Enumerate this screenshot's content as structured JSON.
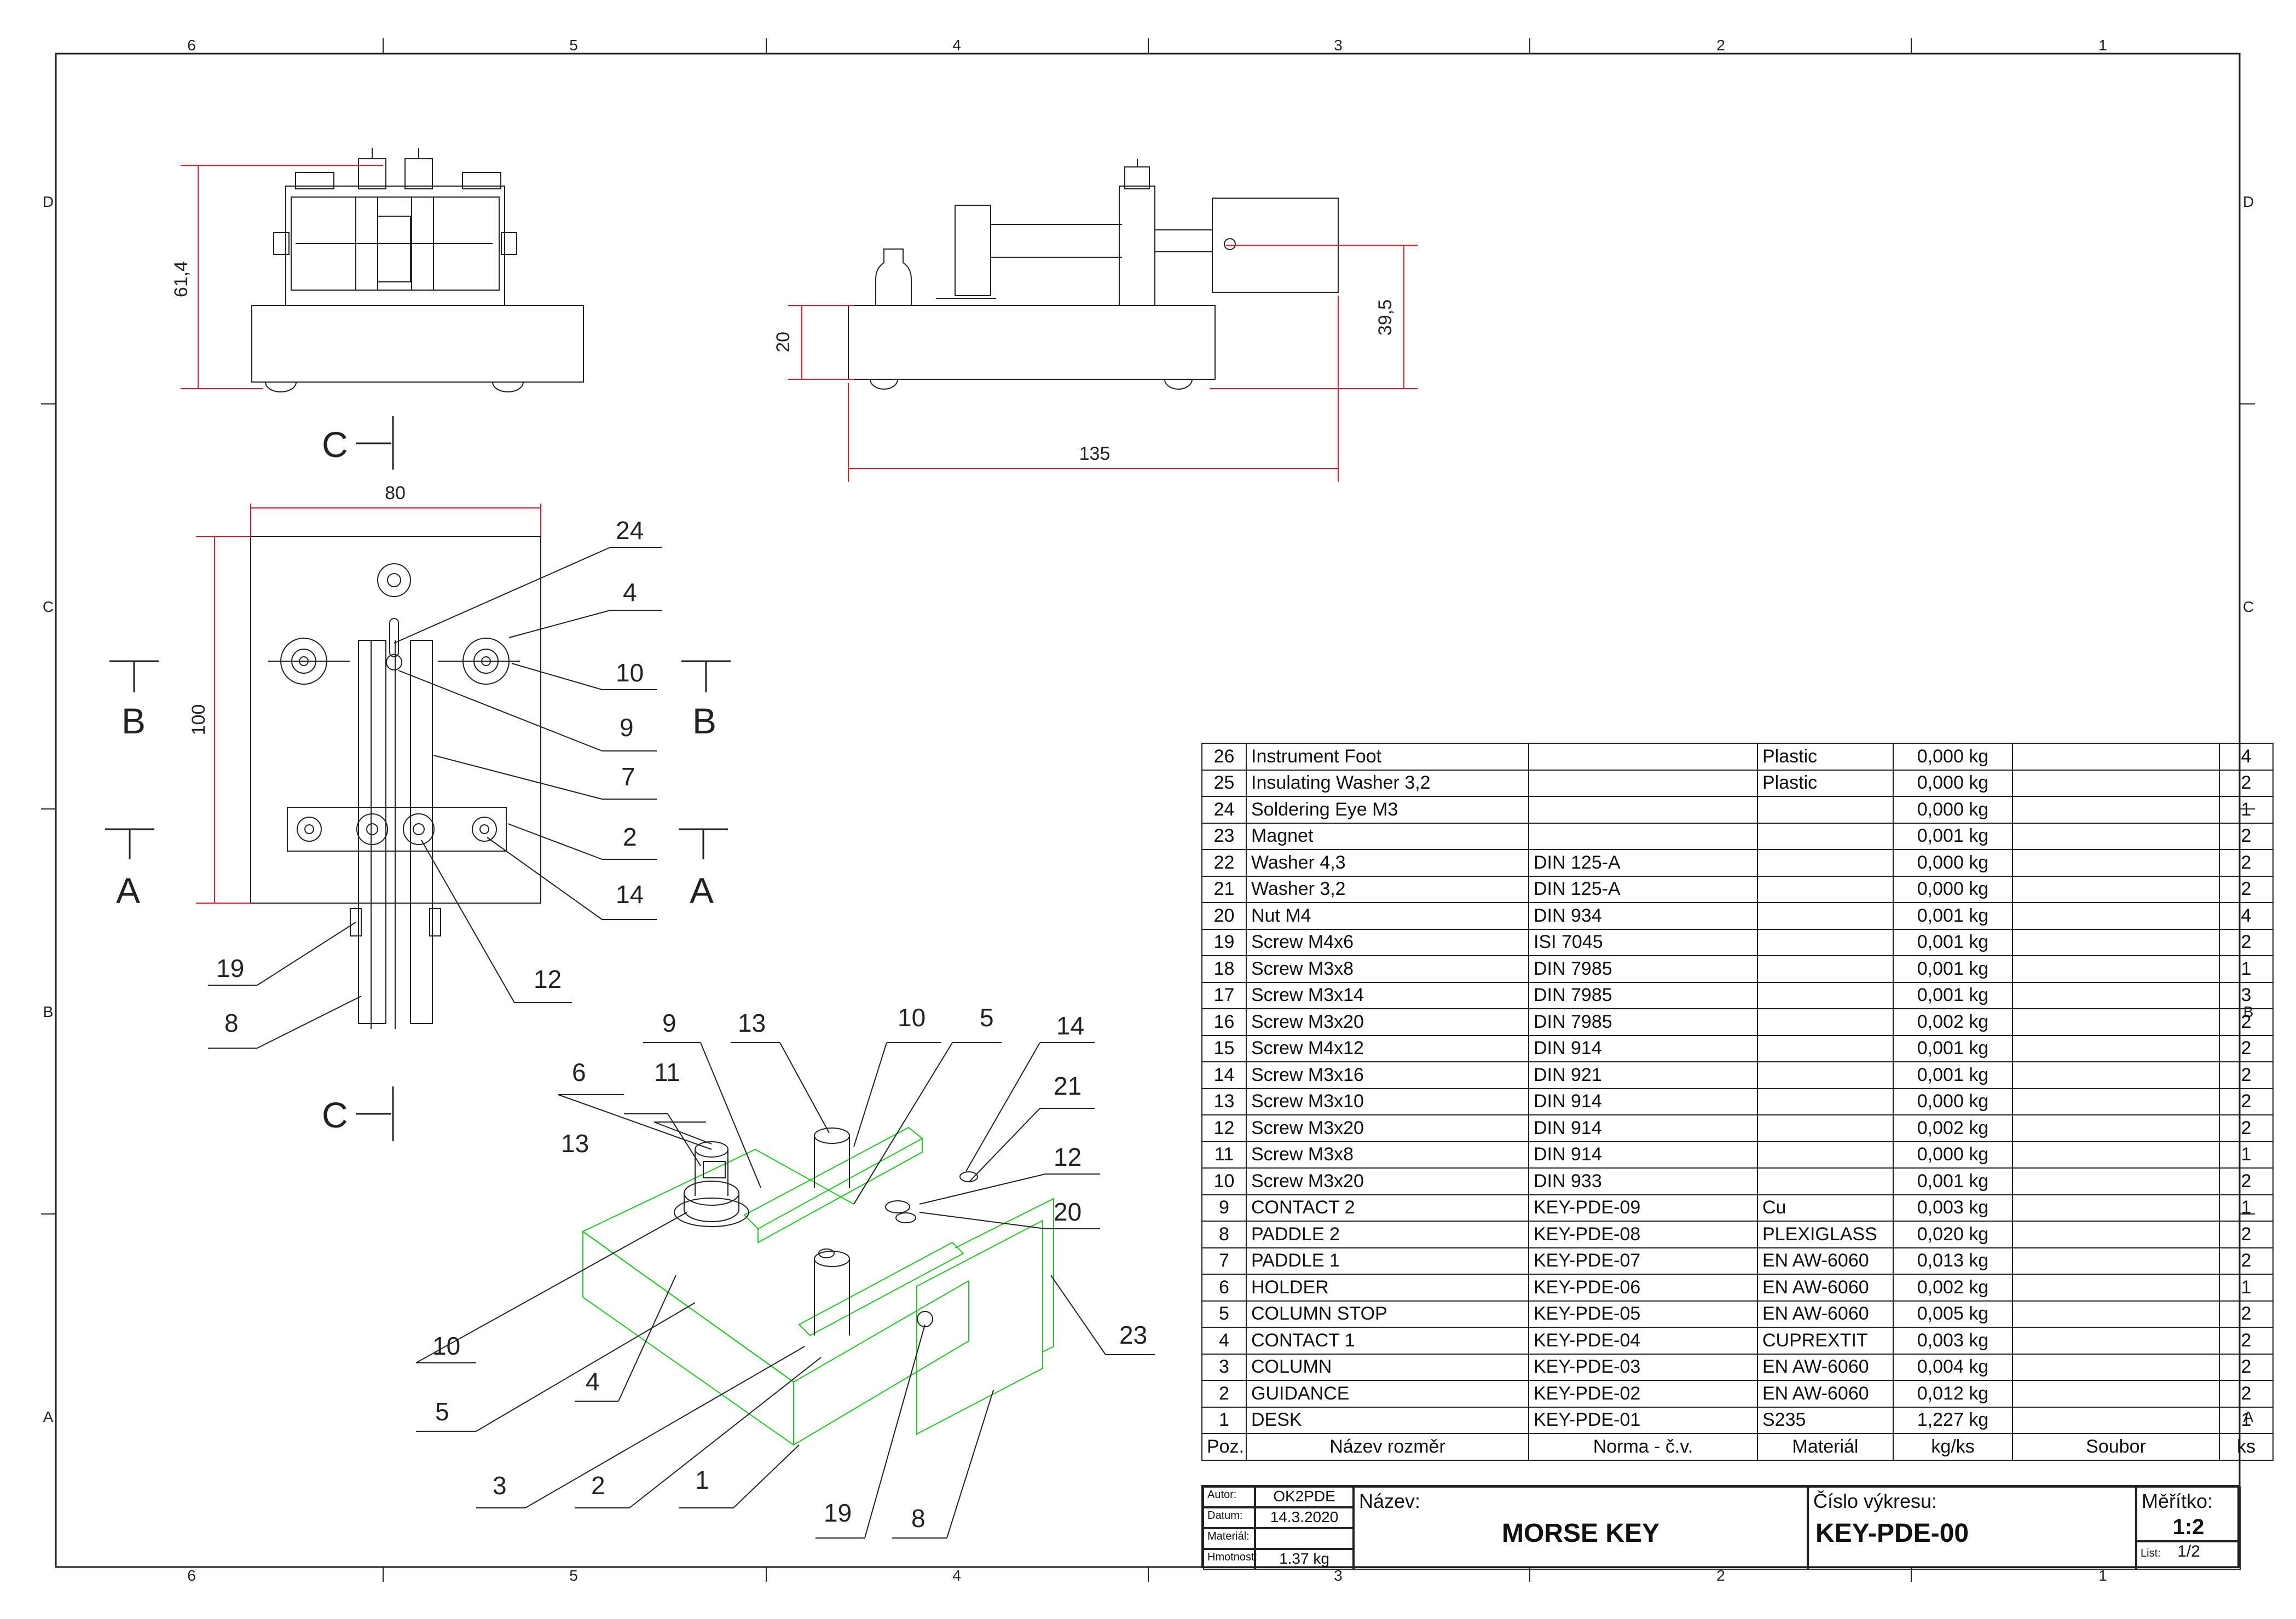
{
  "frame": {
    "zone_columns": [
      "6",
      "5",
      "4",
      "3",
      "2",
      "1"
    ],
    "zone_rows": [
      "D",
      "C",
      "B",
      "A"
    ]
  },
  "front_view": {
    "dimension": "61,4"
  },
  "side_view": {
    "dimensions": {
      "height_base": "20",
      "height_total": "39,5",
      "length": "135"
    }
  },
  "top_view": {
    "dimensions": {
      "width": "80",
      "depth": "100"
    },
    "section_marks": {
      "c": "C",
      "b": "B",
      "a": "A"
    },
    "balloons": [
      "24",
      "4",
      "10",
      "9",
      "7",
      "2",
      "14",
      "12",
      "19",
      "8"
    ]
  },
  "iso_view": {
    "balloons": [
      "9",
      "13",
      "10",
      "5",
      "14",
      "21",
      "6",
      "11",
      "13",
      "12",
      "20",
      "10",
      "5",
      "4",
      "23",
      "3",
      "2",
      "1",
      "19",
      "8"
    ]
  },
  "bom": {
    "headers": [
      "Poz.",
      "Název rozměr",
      "Norma - č.v.",
      "Materiál",
      "kg/ks",
      "Soubor",
      "ks"
    ],
    "rows": [
      {
        "pos": "26",
        "name": "Instrument Foot",
        "norm": "",
        "material": "Plastic",
        "mass": "0,000 kg",
        "file": "",
        "qty": "4"
      },
      {
        "pos": "25",
        "name": "Insulating Washer 3,2",
        "norm": "",
        "material": "Plastic",
        "mass": "0,000 kg",
        "file": "",
        "qty": "2"
      },
      {
        "pos": "24",
        "name": "Soldering Eye M3",
        "norm": "",
        "material": "",
        "mass": "0,000 kg",
        "file": "",
        "qty": "1"
      },
      {
        "pos": "23",
        "name": "Magnet",
        "norm": "",
        "material": "",
        "mass": "0,001 kg",
        "file": "",
        "qty": "2"
      },
      {
        "pos": "22",
        "name": "Washer 4,3",
        "norm": "DIN 125-A",
        "material": "",
        "mass": "0,000 kg",
        "file": "",
        "qty": "2"
      },
      {
        "pos": "21",
        "name": "Washer 3,2",
        "norm": "DIN 125-A",
        "material": "",
        "mass": "0,000 kg",
        "file": "",
        "qty": "2"
      },
      {
        "pos": "20",
        "name": "Nut M4",
        "norm": "DIN 934",
        "material": "",
        "mass": "0,001 kg",
        "file": "",
        "qty": "4"
      },
      {
        "pos": "19",
        "name": "Screw M4x6",
        "norm": "ISI 7045",
        "material": "",
        "mass": "0,001 kg",
        "file": "",
        "qty": "2"
      },
      {
        "pos": "18",
        "name": "Screw M3x8",
        "norm": "DIN 7985",
        "material": "",
        "mass": "0,001 kg",
        "file": "",
        "qty": "1"
      },
      {
        "pos": "17",
        "name": "Screw M3x14",
        "norm": "DIN 7985",
        "material": "",
        "mass": "0,001 kg",
        "file": "",
        "qty": "3"
      },
      {
        "pos": "16",
        "name": "Screw M3x20",
        "norm": "DIN 7985",
        "material": "",
        "mass": "0,002 kg",
        "file": "",
        "qty": "2"
      },
      {
        "pos": "15",
        "name": "Screw M4x12",
        "norm": "DIN 914",
        "material": "",
        "mass": "0,001 kg",
        "file": "",
        "qty": "2"
      },
      {
        "pos": "14",
        "name": "Screw M3x16",
        "norm": "DIN 921",
        "material": "",
        "mass": "0,001 kg",
        "file": "",
        "qty": "2"
      },
      {
        "pos": "13",
        "name": "Screw M3x10",
        "norm": "DIN 914",
        "material": "",
        "mass": "0,000 kg",
        "file": "",
        "qty": "2"
      },
      {
        "pos": "12",
        "name": "Screw M3x20",
        "norm": "DIN 914",
        "material": "",
        "mass": "0,002 kg",
        "file": "",
        "qty": "2"
      },
      {
        "pos": "11",
        "name": "Screw M3x8",
        "norm": "DIN 914",
        "material": "",
        "mass": "0,000 kg",
        "file": "",
        "qty": "1"
      },
      {
        "pos": "10",
        "name": "Screw M3x20",
        "norm": "DIN 933",
        "material": "",
        "mass": "0,001 kg",
        "file": "",
        "qty": "2"
      },
      {
        "pos": "9",
        "name": "CONTACT 2",
        "norm": "KEY-PDE-09",
        "material": "Cu",
        "mass": "0,003 kg",
        "file": "",
        "qty": "1"
      },
      {
        "pos": "8",
        "name": "PADDLE 2",
        "norm": "KEY-PDE-08",
        "material": "PLEXIGLASS",
        "mass": "0,020 kg",
        "file": "",
        "qty": "2"
      },
      {
        "pos": "7",
        "name": "PADDLE 1",
        "norm": "KEY-PDE-07",
        "material": "EN AW-6060",
        "mass": "0,013 kg",
        "file": "",
        "qty": "2"
      },
      {
        "pos": "6",
        "name": "HOLDER",
        "norm": "KEY-PDE-06",
        "material": "EN AW-6060",
        "mass": "0,002 kg",
        "file": "",
        "qty": "1"
      },
      {
        "pos": "5",
        "name": "COLUMN STOP",
        "norm": "KEY-PDE-05",
        "material": "EN AW-6060",
        "mass": "0,005 kg",
        "file": "",
        "qty": "2"
      },
      {
        "pos": "4",
        "name": "CONTACT 1",
        "norm": "KEY-PDE-04",
        "material": "CUPREXTIT",
        "mass": "0,003 kg",
        "file": "",
        "qty": "2"
      },
      {
        "pos": "3",
        "name": "COLUMN",
        "norm": "KEY-PDE-03",
        "material": "EN AW-6060",
        "mass": "0,004 kg",
        "file": "",
        "qty": "2"
      },
      {
        "pos": "2",
        "name": "GUIDANCE",
        "norm": "KEY-PDE-02",
        "material": "EN AW-6060",
        "mass": "0,012 kg",
        "file": "",
        "qty": "2"
      },
      {
        "pos": "1",
        "name": "DESK",
        "norm": "KEY-PDE-01",
        "material": "S235",
        "mass": "1,227 kg",
        "file": "",
        "qty": "1"
      }
    ]
  },
  "title_block": {
    "author_label": "Autor:",
    "author": "OK2PDE",
    "date_label": "Datum:",
    "date": "14.3.2020",
    "material_label": "Materiál:",
    "material": "",
    "mass_label": "Hmotnost:",
    "mass": "1.37 kg",
    "name_label": "Název:",
    "name": "MORSE KEY",
    "drawing_no_label": "Číslo výkresu:",
    "drawing_no": "KEY-PDE-00",
    "scale_label": "Měřítko:",
    "scale": "1:2",
    "sheet_label": "List:",
    "sheet": "1/2"
  },
  "colors": {
    "line": "#222222",
    "dimension": "#e8182c",
    "highlight": "#22c622"
  }
}
